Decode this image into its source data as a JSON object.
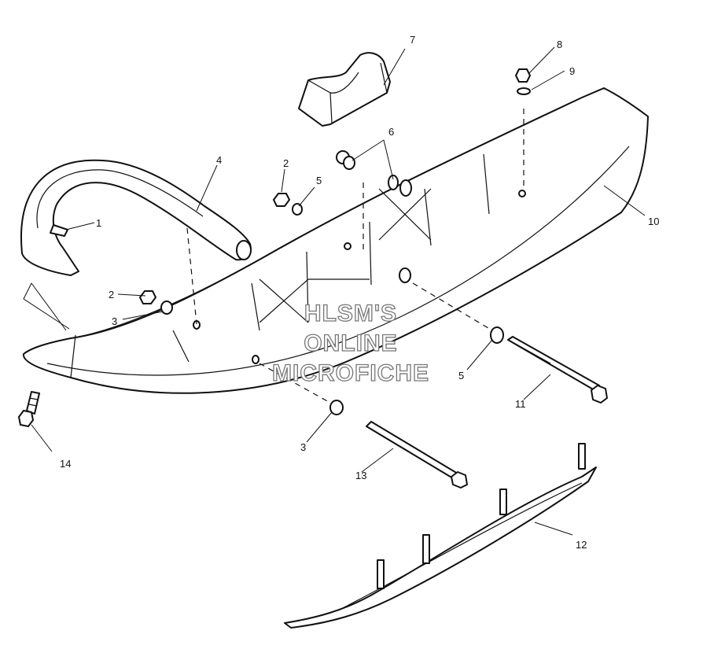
{
  "watermark": [
    "HLSM'S",
    "ONLINE",
    "MICROFICHE"
  ],
  "callouts": {
    "c1": "1",
    "c2a": "2",
    "c2b": "2",
    "c3a": "3",
    "c3b": "3",
    "c4": "4",
    "c5a": "5",
    "c5b": "5",
    "c6": "6",
    "c7": "7",
    "c8": "8",
    "c9": "9",
    "c10": "10",
    "c11": "11",
    "c12": "12",
    "c13": "13",
    "c14": "14"
  }
}
